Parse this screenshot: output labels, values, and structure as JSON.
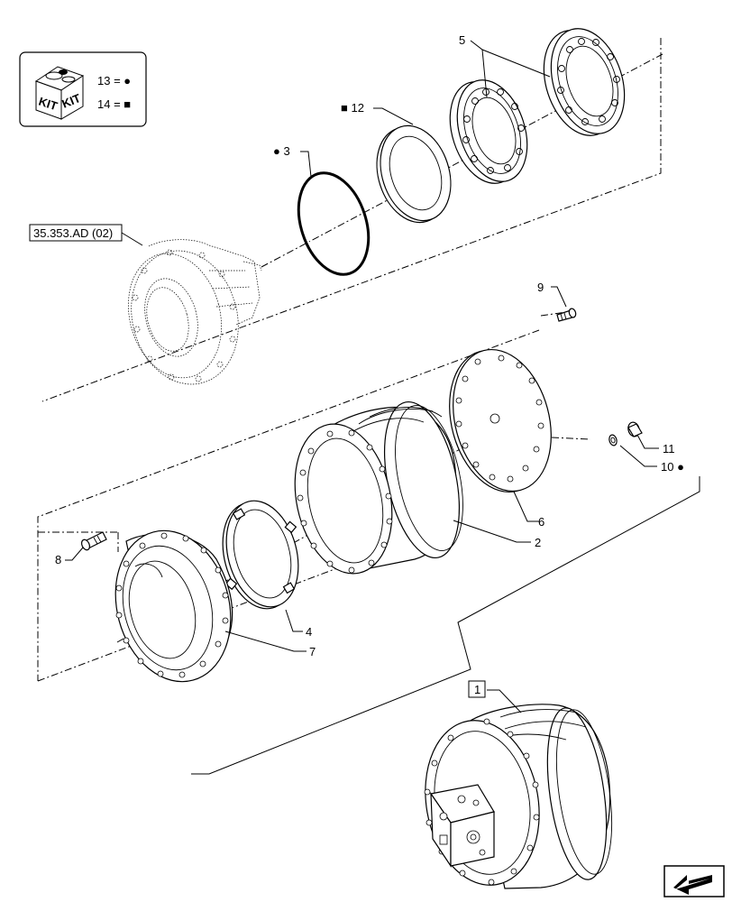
{
  "kit_legend": {
    "kit_word_left": "KIT",
    "kit_word_right": "KIT",
    "row1": "13 = ●",
    "row2": "14 = ■"
  },
  "reference": {
    "label": "35.353.AD (02)"
  },
  "callouts": {
    "p1": "1",
    "p2": "2",
    "p3": "● 3",
    "p4": "4",
    "p5": "5",
    "p6": "6",
    "p7": "7",
    "p8": "8",
    "p9": "9",
    "p10": "10 ●",
    "p11": "11",
    "p12": "■ 12"
  },
  "icons": {
    "kit": "kit-box-icon",
    "navigation": "arrow-nav-icon"
  }
}
